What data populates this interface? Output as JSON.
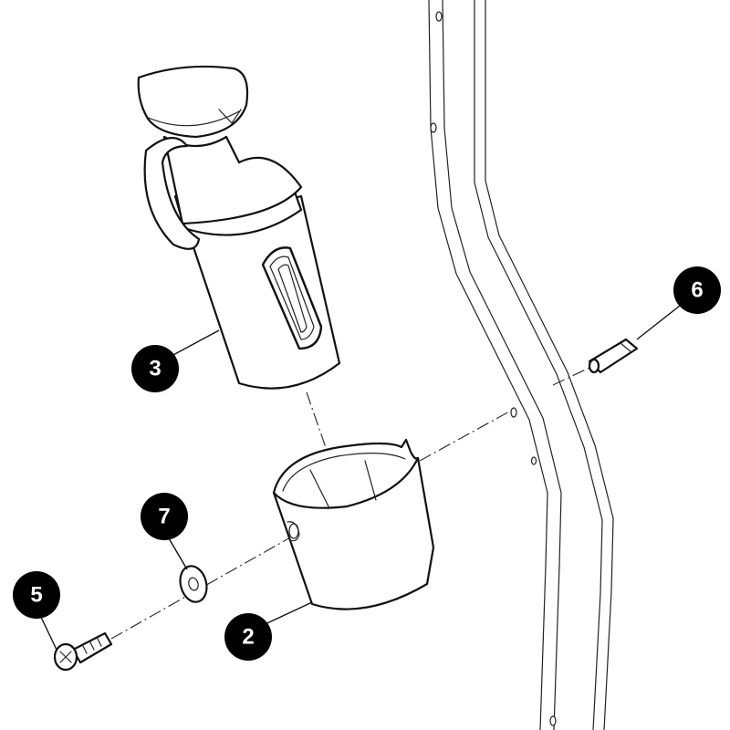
{
  "callouts": [
    {
      "id": "callout-2",
      "label": "2",
      "part": "cup-holder-base"
    },
    {
      "id": "callout-3",
      "label": "3",
      "part": "cup-holder-insert"
    },
    {
      "id": "callout-5",
      "label": "5",
      "part": "screw"
    },
    {
      "id": "callout-6",
      "label": "6",
      "part": "sleeve-spacer"
    },
    {
      "id": "callout-7",
      "label": "7",
      "part": "washer"
    }
  ],
  "colors": {
    "line": "#111111",
    "callout_fill": "#000000",
    "callout_text": "#ffffff",
    "background": "#ffffff"
  }
}
